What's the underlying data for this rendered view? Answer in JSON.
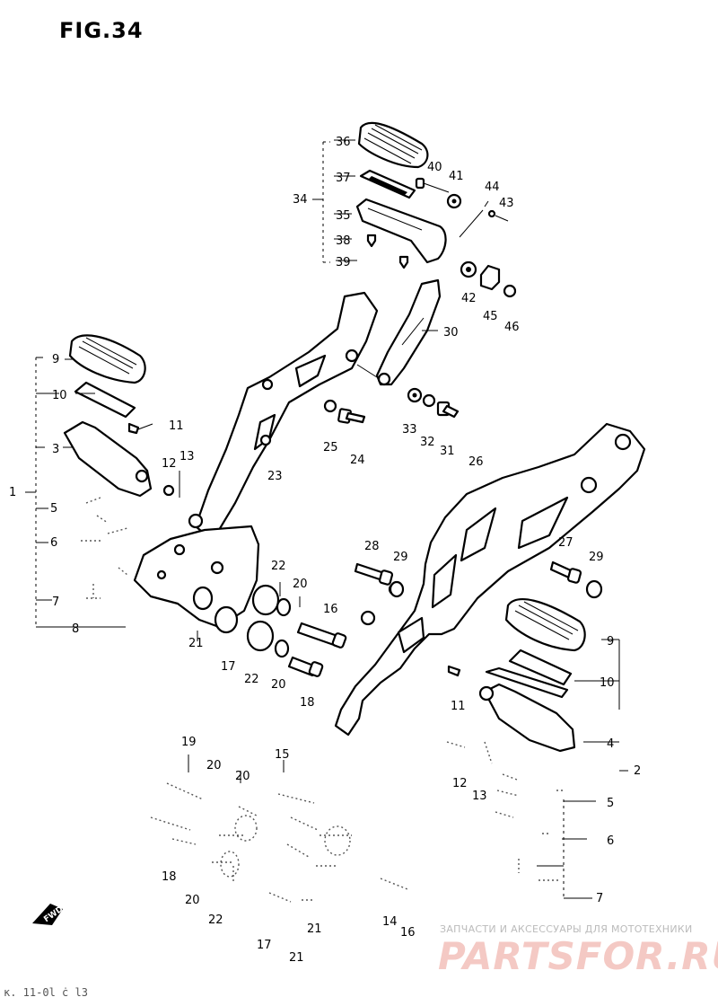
{
  "figure": {
    "title": "FIG.34",
    "bottom_code": "ĸ. 11‑0l ċ l3"
  },
  "fwd_marker": "FWD",
  "watermark": {
    "subtitle": "ЗАПЧАСТИ И АКСЕССУАРЫ ДЛЯ МОТОТЕХНИКИ",
    "brand": "PARTSFOR.RU",
    "brand_color": "#f4c9c4"
  },
  "callouts": {
    "c36": "36",
    "c37": "37",
    "c34": "34",
    "c35": "35",
    "c38": "38",
    "c39": "39",
    "c40": "40",
    "c41": "41",
    "c44": "44",
    "c43": "43",
    "c42": "42",
    "c45": "45",
    "c46": "46",
    "c30": "30",
    "c9l": "9",
    "c10l": "10",
    "c11l": "11",
    "c3": "3",
    "c12l": "12",
    "c13l": "13",
    "c1": "1",
    "c5l": "5",
    "c6l": "6",
    "c7l": "7",
    "c8l": "8",
    "c33": "33",
    "c32": "32",
    "c31": "31",
    "c25": "25",
    "c24": "24",
    "c26": "26",
    "c23": "23",
    "c28": "28",
    "c29a": "29",
    "c27": "27",
    "c29b": "29",
    "c22a": "22",
    "c20a": "20",
    "c16a": "16",
    "c21a": "21",
    "c17a": "17",
    "c22b": "22",
    "c20b": "20",
    "c18a": "18",
    "c9r": "9",
    "c10r": "10",
    "c11r": "11",
    "c4": "4",
    "c2": "2",
    "c12r": "12",
    "c13r": "13",
    "c5r": "5",
    "c6r": "6",
    "c7r": "7",
    "c19": "19",
    "c20c": "20",
    "c20d": "20",
    "c15": "15",
    "c18b": "18",
    "c20e": "20",
    "c22c": "22",
    "c21b": "21",
    "c17b": "17",
    "c21c": "21",
    "c14": "14",
    "c16b": "16"
  }
}
